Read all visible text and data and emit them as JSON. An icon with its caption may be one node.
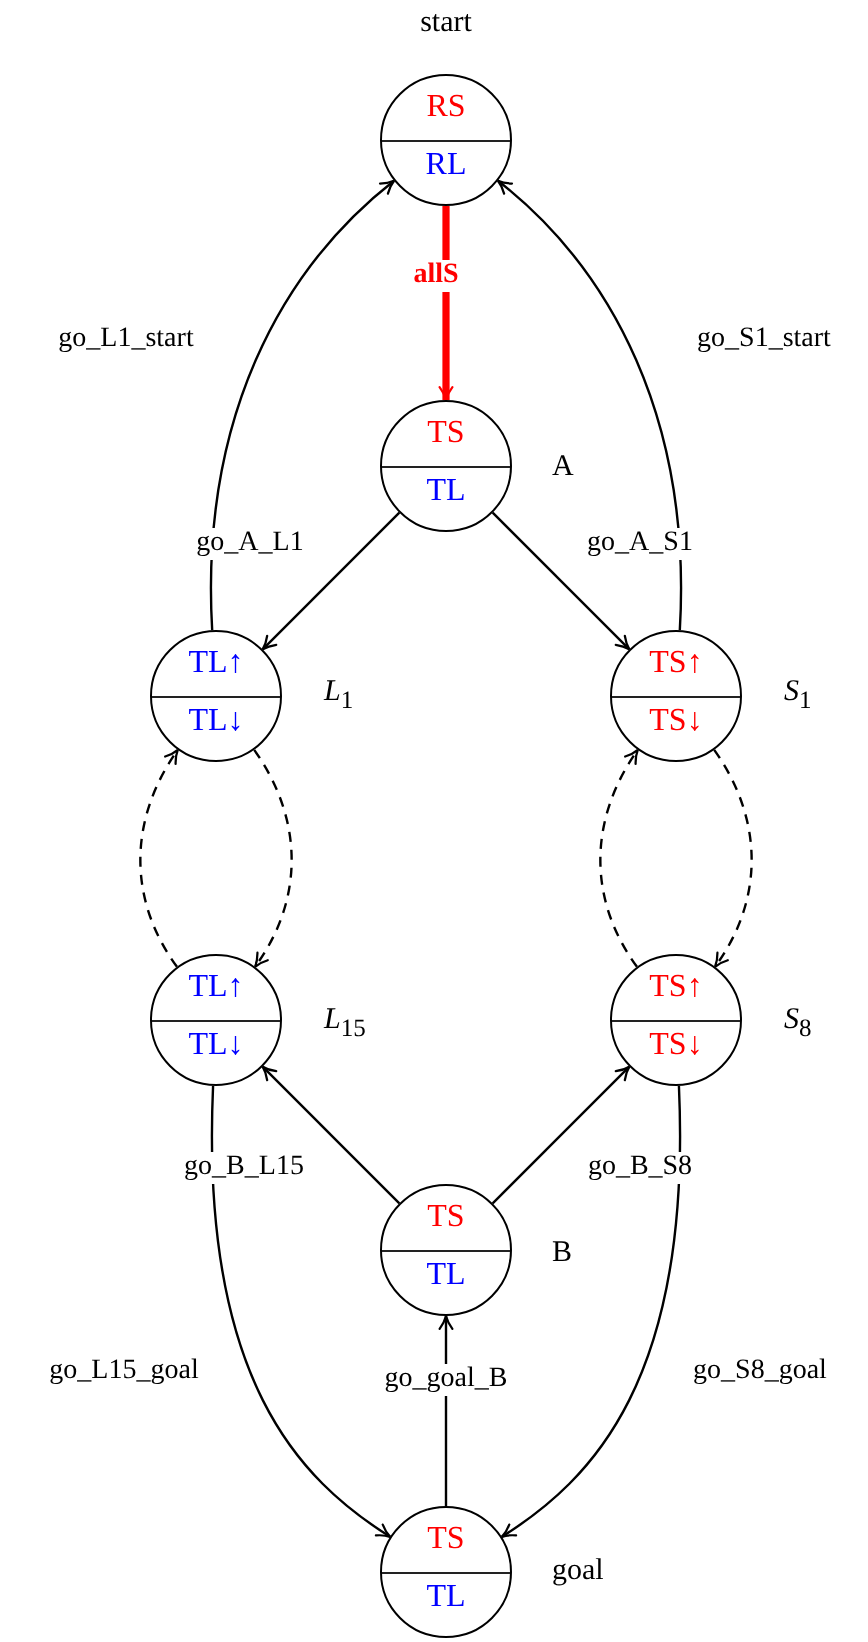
{
  "diagram": {
    "nodes": [
      {
        "text": [
          "RS",
          "RL"
        ],
        "beside": [
          "start"
        ]
      },
      {
        "text": [
          "TS",
          "TL"
        ],
        "beside": [
          "A"
        ]
      },
      {
        "text": [
          "TL↑",
          "TL↓"
        ],
        "beside": [
          "*L*$_{1}$"
        ]
      },
      {
        "text": [
          "TS↑",
          "TS↓"
        ],
        "beside": [
          "*S*$_{1}$"
        ]
      },
      {
        "text": [
          "TL↑",
          "TL↓"
        ],
        "beside": [
          "*L*$_{15}$"
        ]
      },
      {
        "text": [
          "TS↑",
          "TS↓"
        ],
        "beside": [
          "*S*$_{8}$"
        ]
      },
      {
        "text": [
          "TS",
          "TL"
        ],
        "beside": [
          "B"
        ]
      },
      {
        "text": [
          "TS",
          "TL"
        ],
        "beside": [
          "goal"
        ]
      }
    ],
    "edges": [
      {
        "from": 0,
        "to": 1,
        "arrow": "to",
        "label": "allS",
        "style": "thick",
        "color": "#ff0000"
      },
      {
        "from": 1,
        "to": 2,
        "arrow": "to",
        "label": "go_A_L1"
      },
      {
        "from": 1,
        "to": 3,
        "arrow": "to",
        "label": "go_A_S1"
      },
      {
        "from": 2,
        "to": 0,
        "arrow": "to",
        "label": "go_L1_start"
      },
      {
        "from": 3,
        "to": 0,
        "arrow": "to",
        "label": "go_S1_start"
      },
      {
        "from": 2,
        "to": 4,
        "arrow": "to",
        "style": "dashed"
      },
      {
        "from": 4,
        "to": 2,
        "arrow": "to",
        "style": "dashed"
      },
      {
        "from": 3,
        "to": 5,
        "arrow": "to",
        "style": "dashed"
      },
      {
        "from": 5,
        "to": 3,
        "arrow": "to",
        "style": "dashed"
      },
      {
        "from": 6,
        "to": 4,
        "arrow": "to",
        "label": "go_B_L15"
      },
      {
        "from": 6,
        "to": 5,
        "arrow": "to",
        "label": "go_B_S8"
      },
      {
        "from": 4,
        "to": 7,
        "arrow": "to",
        "label": "go_L15_goal"
      },
      {
        "from": 5,
        "to": 7,
        "arrow": "to",
        "label": "go_S8_goal"
      },
      {
        "from": 7,
        "to": 6,
        "arrow": "to",
        "label": "go_goal_B"
      }
    ]
  }
}
